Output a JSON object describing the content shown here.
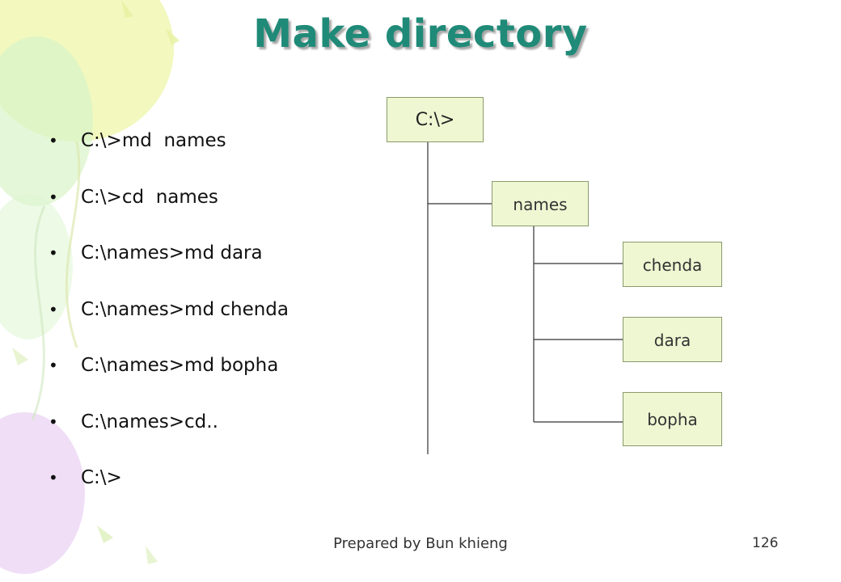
{
  "slide": {
    "title": "Make directory",
    "bullets": [
      "C:\\>md  names",
      "C:\\>cd  names",
      "C:\\names>md dara",
      "C:\\names>md chenda",
      "C:\\names>md bopha",
      "C:\\names>cd..",
      "C:\\>"
    ],
    "tree": {
      "root": "C:\\>",
      "child": "names",
      "grandchildren": [
        "chenda",
        "dara",
        "bopha"
      ]
    },
    "footer": "Prepared by Bun khieng",
    "page_number": "126"
  },
  "colors": {
    "title": "#1f8a78",
    "node_fill": "#eef7d2",
    "node_border": "#8a9a6a",
    "balloon_yellow": "#eef6a8",
    "balloon_green": "#d9f3c8",
    "balloon_purple": "#ecd6f4"
  }
}
